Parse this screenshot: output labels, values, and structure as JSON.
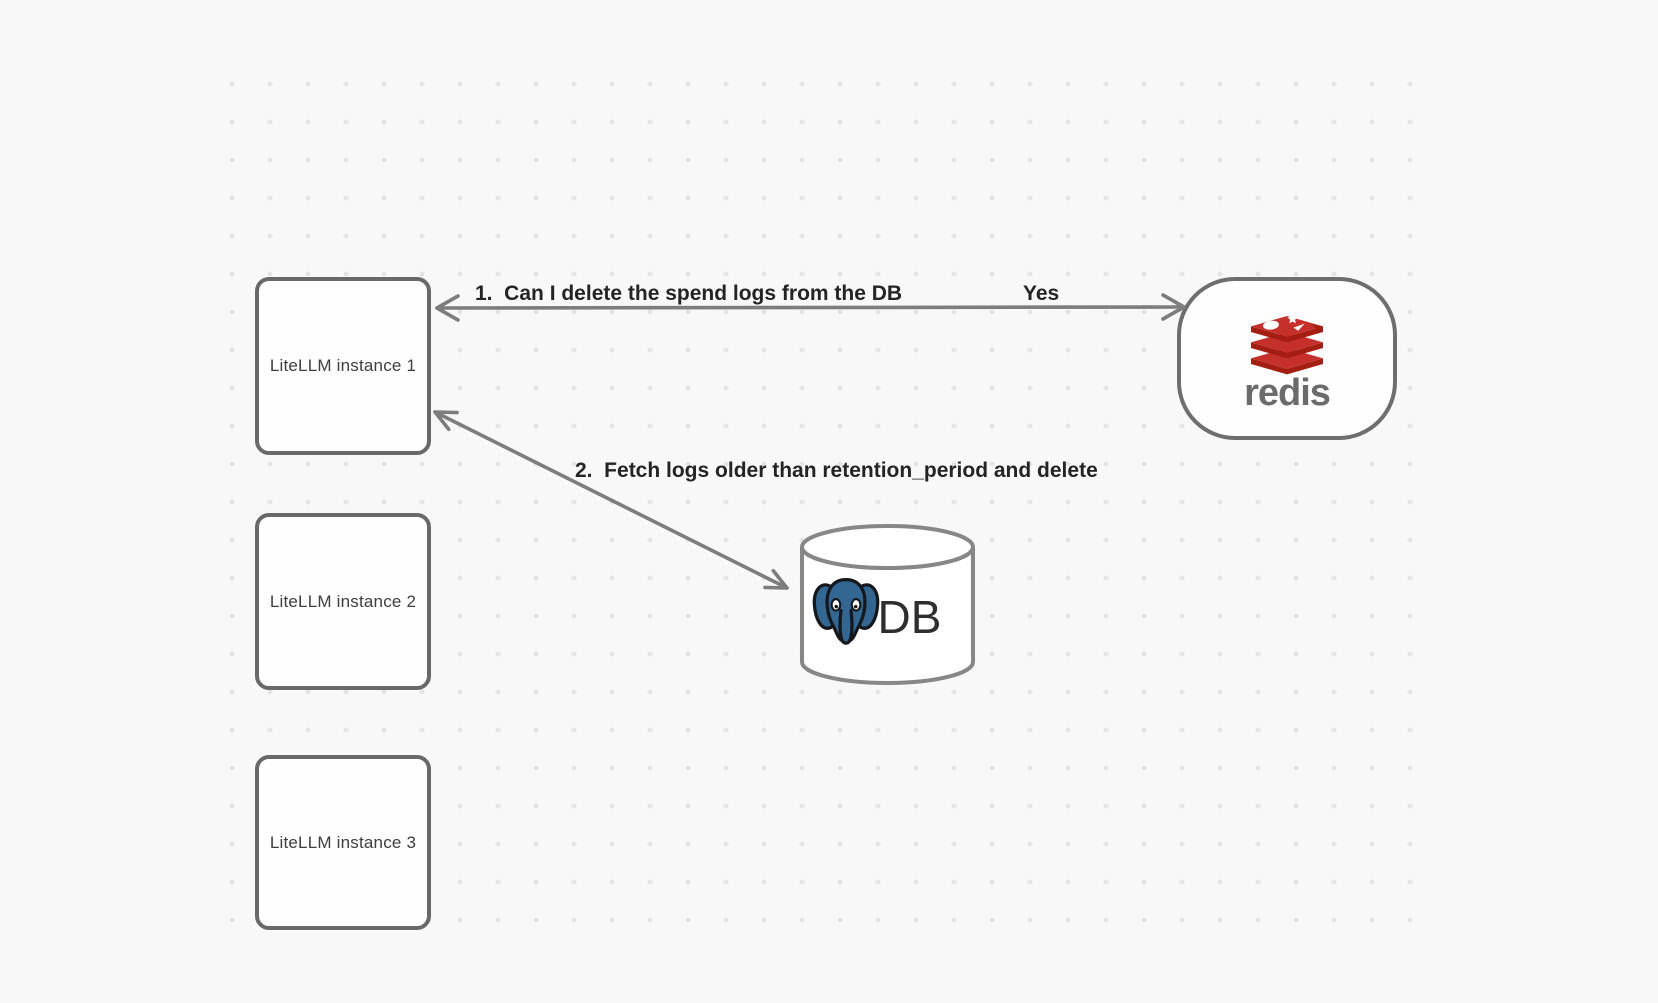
{
  "nodes": {
    "instance1": {
      "label": "LiteLLM instance 1"
    },
    "instance2": {
      "label": "LiteLLM instance 2"
    },
    "instance3": {
      "label": "LiteLLM instance 3"
    },
    "redis": {
      "wordmark": "redis"
    },
    "db": {
      "label": "DB"
    }
  },
  "arrows": {
    "arrow1": {
      "label": "1.  Can I delete the spend logs from the DB",
      "answer": "Yes",
      "from": "LiteLLM instance 1",
      "to": "redis",
      "heads": "both"
    },
    "arrow2": {
      "label": "2.  Fetch logs older than retention_period and delete",
      "from": "LiteLLM instance 1",
      "to": "DB",
      "heads": "both"
    }
  },
  "icons": {
    "redis": "redis-stack-logo",
    "postgres": "postgresql-elephant-logo",
    "db_shape": "database-cylinder"
  },
  "colors": {
    "background": "#f8f8f8",
    "grid_dot": "#e4e4e4",
    "box_border": "#696969",
    "arrow": "#7d7d7d",
    "label_text": "#242424",
    "box_text": "#3e3e3e",
    "redis_red": "#c6302b",
    "redis_red_dark": "#a41e11",
    "redis_gray": "#6b6b6b",
    "postgres_blue": "#336791"
  }
}
